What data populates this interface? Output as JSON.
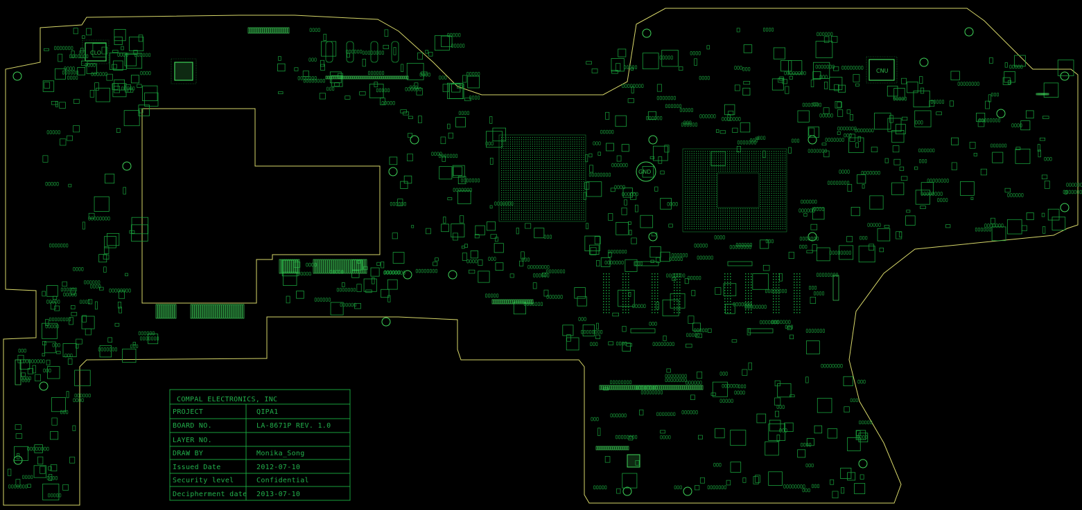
{
  "colors": {
    "background": "#000000",
    "outline": "#d8d86a",
    "component": "#19a13c",
    "bright": "#3fd65a",
    "text": "#22b14c"
  },
  "chips": {
    "cpu_top_left": "CLO",
    "cpu_top_right": "CNU",
    "gnd_label": "GND"
  },
  "title_block": {
    "company": "COMPAL ELECTRONICS, INC",
    "rows": [
      {
        "label": "PROJECT",
        "value": "QIPA1"
      },
      {
        "label": "BOARD NO.",
        "value": "LA-8671P  REV. 1.0"
      },
      {
        "label": "LAYER NO.",
        "value": ""
      },
      {
        "label": "DRAW BY",
        "value": "Monika_Song"
      },
      {
        "label": "Issued  Date",
        "value": "2012-07-10"
      },
      {
        "label": "Security level",
        "value": "Confidential"
      },
      {
        "label": "Decipherment date",
        "value": "2013-07-10"
      }
    ]
  }
}
